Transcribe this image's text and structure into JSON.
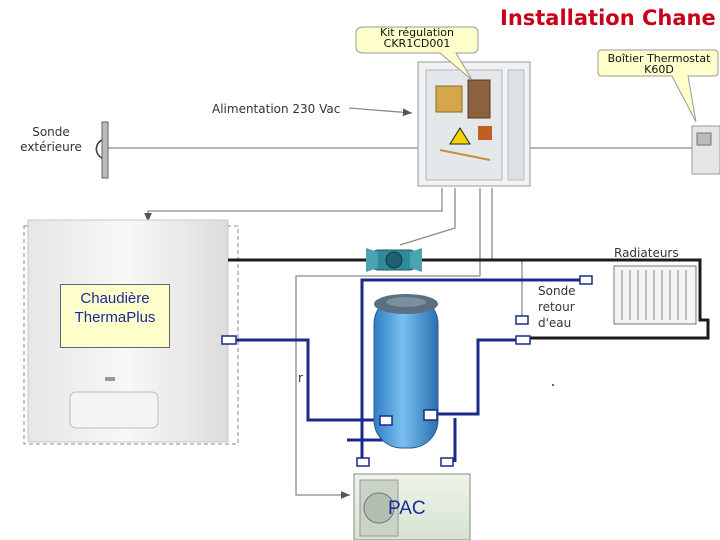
{
  "title": "Installation Chane",
  "callouts": {
    "kit": {
      "line1": "Kit régulation",
      "line2": "CKR1CD001"
    },
    "thermostat": {
      "line1": "Boîtier Thermostat",
      "line2": "K60D"
    }
  },
  "labels": {
    "alimentation": "Alimentation 230 Vac",
    "sonde_ext_1": "Sonde",
    "sonde_ext_2": "extérieure",
    "radiateurs": "Radiateurs",
    "sonde_retour_1": "Sonde",
    "sonde_retour_2": "retour",
    "sonde_retour_3": "d'eau",
    "r": "r"
  },
  "boiler": {
    "line1": "Chaudière",
    "line2": "ThermaPlus"
  },
  "pac": {
    "label": "PAC"
  },
  "colors": {
    "title": "#c8001a",
    "pipe": "#1a2a8a",
    "callout_fill": "#ffffcc",
    "tank": "#5aa8e0"
  }
}
